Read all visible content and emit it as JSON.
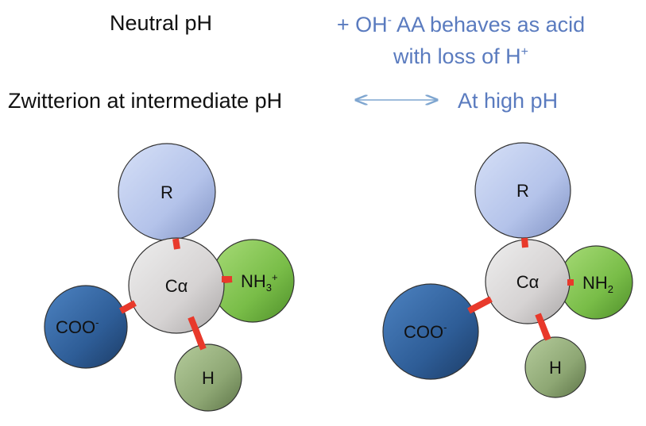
{
  "header": {
    "neutral_label": "Neutral pH",
    "base_line1_prefix": "+ OH",
    "base_line1_sup": "-",
    "base_line1_rest": " AA behaves as acid",
    "base_line2_prefix": "with loss of H",
    "base_line2_sup": "+",
    "zwitterion_label": "Zwitterion at intermediate pH",
    "high_ph_label": "At high pH"
  },
  "colors": {
    "text_blue": "#5a7bbf",
    "arrow": "#7fa6d0",
    "bond": "#e8392b",
    "r_group": "#b7c6ea",
    "alpha_carbon": "#d9d6d6",
    "amino": "#7dbf4a",
    "carboxyl": "#2f5f98",
    "hydrogen": "#8fa873"
  },
  "left_molecule": {
    "r_label": "R",
    "alpha_label": "Cα",
    "amino_main": "NH",
    "amino_sub": "3",
    "amino_sup": "+",
    "carboxyl_main": "COO",
    "carboxyl_sup": "-",
    "h_label": "H"
  },
  "right_molecule": {
    "r_label": "R",
    "alpha_label": "Cα",
    "amino_main": "NH",
    "amino_sub": "2",
    "carboxyl_main": "COO",
    "carboxyl_sup": "-",
    "h_label": "H"
  }
}
